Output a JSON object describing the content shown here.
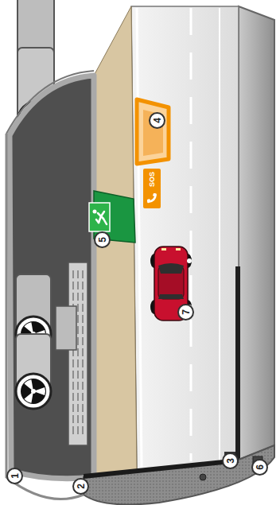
{
  "diagram": {
    "nodes": [
      {
        "text": [
          "SOS"
        ]
      }
    ],
    "labels": [
      "1",
      "2",
      "3",
      "4",
      "5",
      "6",
      "7"
    ]
  }
}
